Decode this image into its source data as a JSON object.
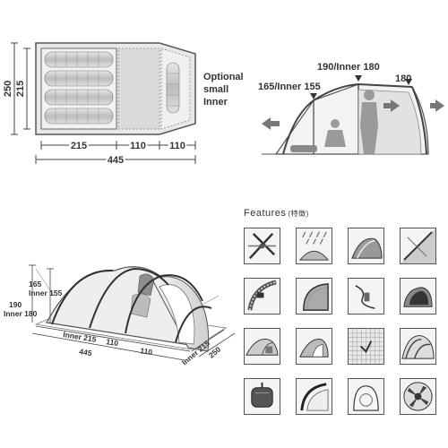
{
  "floorplan": {
    "height_outer": "250",
    "height_inner": "215",
    "width_sleep": "215",
    "width_mid": "110",
    "width_porch": "110",
    "width_total": "445",
    "optional_label": [
      "Optional",
      "small",
      "Inner"
    ]
  },
  "side_view": {
    "front_height": "165/Inner 155",
    "center_height": "190/Inner 180",
    "rear_height": "180"
  },
  "perspective": {
    "h1_a": "165",
    "h1_b": "Inner 155",
    "h2_a": "190",
    "h2_b": "Inner 180",
    "len_inner": "Inner 215",
    "len_mid": "110",
    "len_porch": "110",
    "len_total": "445",
    "w_inner": "Inner 215",
    "w_total": "250"
  },
  "features": {
    "title": "Features",
    "subtitle": "(特徴)",
    "icons": [
      "poles-icon",
      "rain-icon",
      "tent-dome-icon",
      "fabric-detail-icon",
      "zipper-icon",
      "mesh-icon",
      "guy-line-icon",
      "inner-tent-icon",
      "vestibule-icon",
      "tent-door-icon",
      "ventilation-icon",
      "tunnel-icon",
      "stuff-bag-icon",
      "pole-sleeve-icon",
      "window-icon",
      "fan-icon"
    ]
  }
}
